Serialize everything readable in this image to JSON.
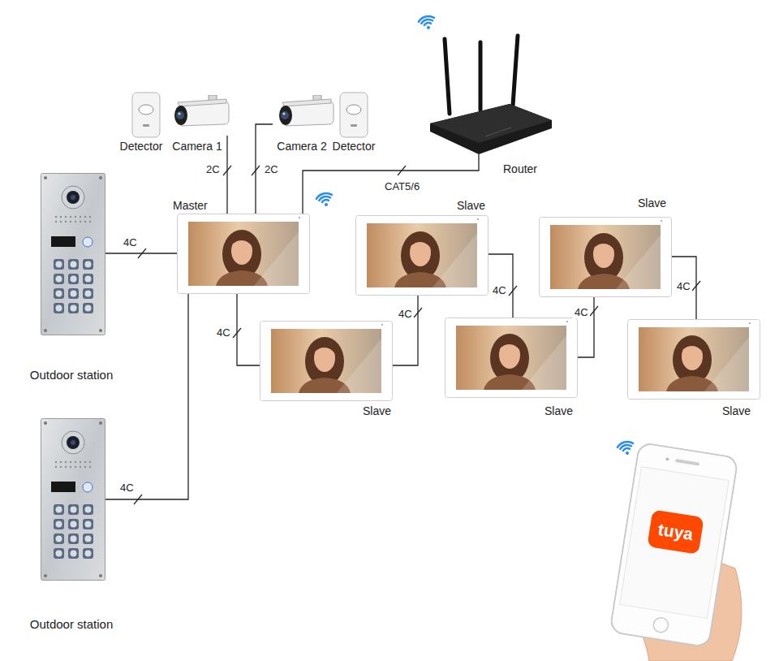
{
  "diagram": {
    "nodes": [
      {
        "text": [
          "Detector"
        ]
      },
      {
        "text": [
          "Camera 1"
        ]
      },
      {
        "text": [
          "Camera 2"
        ]
      },
      {
        "text": [
          "Detector"
        ]
      },
      {
        "text": [
          "Router"
        ]
      },
      {
        "text": [
          "Outdoor station"
        ]
      },
      {
        "text": [
          "Master"
        ]
      },
      {
        "text": [
          "Slave"
        ]
      },
      {
        "text": [
          "Slave"
        ]
      },
      {
        "text": [
          "Slave"
        ]
      },
      {
        "text": [
          "Slave"
        ]
      },
      {
        "text": [
          "Slave"
        ]
      },
      {
        "text": [
          "Outdoor station"
        ]
      },
      {
        "text": [
          "tuya"
        ]
      }
    ],
    "edges": [
      {
        "from": 1,
        "to": 6,
        "label": "2C",
        "arrow": "none"
      },
      {
        "from": 2,
        "to": 6,
        "label": "2C",
        "arrow": "none"
      },
      {
        "from": 4,
        "to": 6,
        "label": "CAT5/6",
        "arrow": "none"
      },
      {
        "from": 5,
        "to": 6,
        "label": "4C",
        "arrow": "none"
      },
      {
        "from": 12,
        "to": 6,
        "label": "4C",
        "arrow": "none"
      },
      {
        "from": 6,
        "to": 9,
        "label": "4C",
        "arrow": "none"
      },
      {
        "from": 9,
        "to": 7,
        "label": "4C",
        "arrow": "none"
      },
      {
        "from": 7,
        "to": 10,
        "label": "4C",
        "arrow": "none"
      },
      {
        "from": 10,
        "to": 8,
        "label": "4C",
        "arrow": "none"
      },
      {
        "from": 8,
        "to": 11,
        "label": "4C",
        "arrow": "none"
      }
    ]
  }
}
